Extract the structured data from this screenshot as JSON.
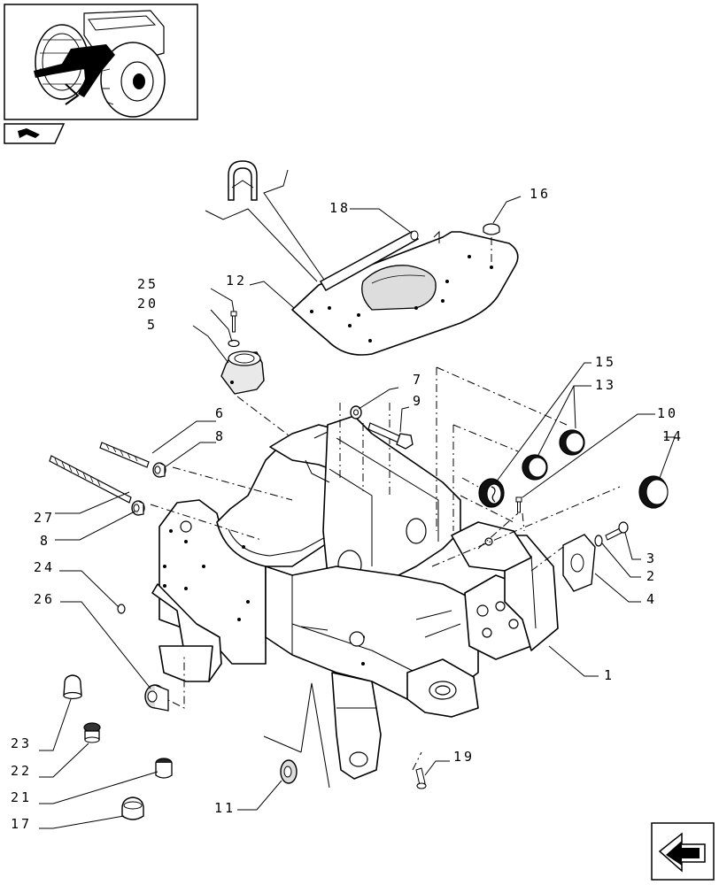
{
  "diagram": {
    "callouts": [
      {
        "id": "c1",
        "text": "1"
      },
      {
        "id": "c2",
        "text": "2"
      },
      {
        "id": "c3",
        "text": "3"
      },
      {
        "id": "c4",
        "text": "4"
      },
      {
        "id": "c5",
        "text": "5"
      },
      {
        "id": "c6",
        "text": "6"
      },
      {
        "id": "c7",
        "text": "7"
      },
      {
        "id": "c8a",
        "text": "8"
      },
      {
        "id": "c8b",
        "text": "8"
      },
      {
        "id": "c9",
        "text": "9"
      },
      {
        "id": "c10",
        "text": "10"
      },
      {
        "id": "c11",
        "text": "11"
      },
      {
        "id": "c12",
        "text": "12"
      },
      {
        "id": "c13",
        "text": "13"
      },
      {
        "id": "c14",
        "text": "14"
      },
      {
        "id": "c15",
        "text": "15"
      },
      {
        "id": "c16",
        "text": "16"
      },
      {
        "id": "c17",
        "text": "17"
      },
      {
        "id": "c18",
        "text": "18"
      },
      {
        "id": "c19",
        "text": "19"
      },
      {
        "id": "c20",
        "text": "20"
      },
      {
        "id": "c21",
        "text": "21"
      },
      {
        "id": "c22",
        "text": "22"
      },
      {
        "id": "c23",
        "text": "23"
      },
      {
        "id": "c24",
        "text": "24"
      },
      {
        "id": "c25",
        "text": "25"
      },
      {
        "id": "c26",
        "text": "26"
      },
      {
        "id": "c27",
        "text": "27"
      }
    ]
  },
  "icons": {
    "thumbnail": "tractor-locator-thumbnail",
    "book_tab": "book-tab-icon",
    "nav_arrow": "next-page-arrow-icon"
  }
}
